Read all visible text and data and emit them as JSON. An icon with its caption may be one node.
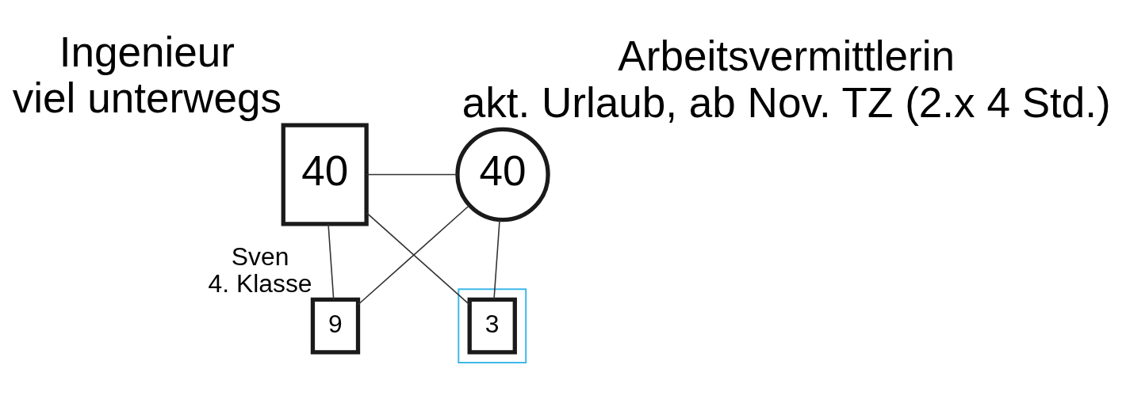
{
  "diagram": {
    "nodes": [
      {
        "text": [
          "40"
        ],
        "beside": [
          "Ingenieur",
          "viel unterwegs"
        ]
      },
      {
        "text": [
          "40"
        ],
        "beside": [
          "Arbeitsvermittlerin",
          "akt. Urlaub, ab Nov. TZ (2.x 4 Std.)"
        ]
      },
      {
        "text": [
          "9"
        ],
        "beside": [
          "Sven",
          "4. Klasse"
        ]
      },
      {
        "text": [],
        "shape": "box"
      },
      {
        "text": [
          "3"
        ],
        "in": 3
      }
    ],
    "edges": [
      {
        "from": 0,
        "to": 1,
        "arrow": "none"
      },
      {
        "from": 0,
        "to": 2,
        "arrow": "none"
      },
      {
        "from": 1,
        "to": 2,
        "arrow": "none"
      },
      {
        "from": 0,
        "to": 4,
        "arrow": "none"
      },
      {
        "from": 1,
        "to": 4,
        "arrow": "none"
      }
    ]
  }
}
